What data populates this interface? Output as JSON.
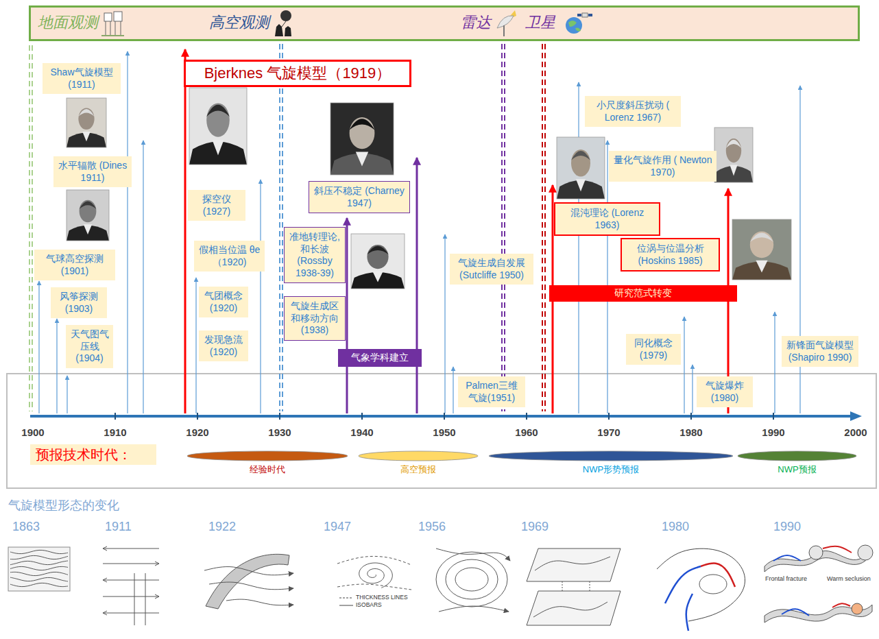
{
  "diagram": {
    "nodes": [
      {
        "text": [
          "地面观测",
          "高空观测",
          "雷达",
          "卫星"
        ]
      },
      {
        "text": [
          "Shaw气旋模型 (1911)"
        ]
      },
      {
        "text": [
          "Bjerknes 气旋模型（1919）"
        ]
      },
      {
        "text": [
          "水平辐散 (Dines 1911)"
        ]
      },
      {
        "text": [
          "探空仪 (1927)"
        ]
      },
      {
        "text": [
          "气球高空探测 (1901)"
        ]
      },
      {
        "text": [
          "假相当位温 θe（1920)"
        ]
      },
      {
        "text": [
          "风筝探测 (1903)"
        ]
      },
      {
        "text": [
          "气团概念 (1920)"
        ]
      },
      {
        "text": [
          "天气图气 压线 (1904)"
        ]
      },
      {
        "text": [
          "发现急流 (1920)"
        ]
      },
      {
        "text": [
          "斜压不稳定 (Charney 1947)"
        ]
      },
      {
        "text": [
          "准地转理论, 和长波 (Rossby 1938-39)"
        ]
      },
      {
        "text": [
          "气旋生成区 和移动方向 (1938)"
        ]
      },
      {
        "text": [
          "气象学科建立"
        ]
      },
      {
        "text": [
          "气旋生成自发展 (Sutcliffe 1950)"
        ]
      },
      {
        "text": [
          "Palmen三维 气旋(1951)"
        ]
      },
      {
        "text": [
          "小尺度斜压扰动 ( Lorenz 1967)"
        ]
      },
      {
        "text": [
          "量化气旋作用 ( Newton 1970)"
        ]
      },
      {
        "text": [
          "混沌理论 (Lorenz 1963)"
        ]
      },
      {
        "text": [
          "位涡与位温分析 (Hoskins 1985)"
        ]
      },
      {
        "text": [
          "研究范式转变"
        ]
      },
      {
        "text": [
          "同化概念 (1979)"
        ]
      },
      {
        "text": [
          "气旋爆炸 (1980)"
        ]
      },
      {
        "text": [
          "新锋面气旋模型 (Shapiro 1990)"
        ]
      },
      {
        "text": [
          "预报技术时代："
        ]
      },
      {
        "text": [
          "经验时代"
        ]
      },
      {
        "text": [
          "高空预报"
        ]
      },
      {
        "text": [
          "NWP形势预报"
        ]
      },
      {
        "text": [
          "NWP预报"
        ]
      }
    ],
    "labels": [
      "1900",
      "1910",
      "1920",
      "1930",
      "1940",
      "1950",
      "1960",
      "1970",
      "1980",
      "1990",
      "2000",
      "气旋模型形态的变化",
      "1863",
      "1911",
      "1922",
      "1947",
      "1956",
      "1969",
      "1980",
      "1990",
      "Frontal fracture",
      "Warm seclusion"
    ],
    "legend": [
      {
        "text": "THICKNESS LINES"
      },
      {
        "text": "ISOBARS"
      }
    ]
  }
}
